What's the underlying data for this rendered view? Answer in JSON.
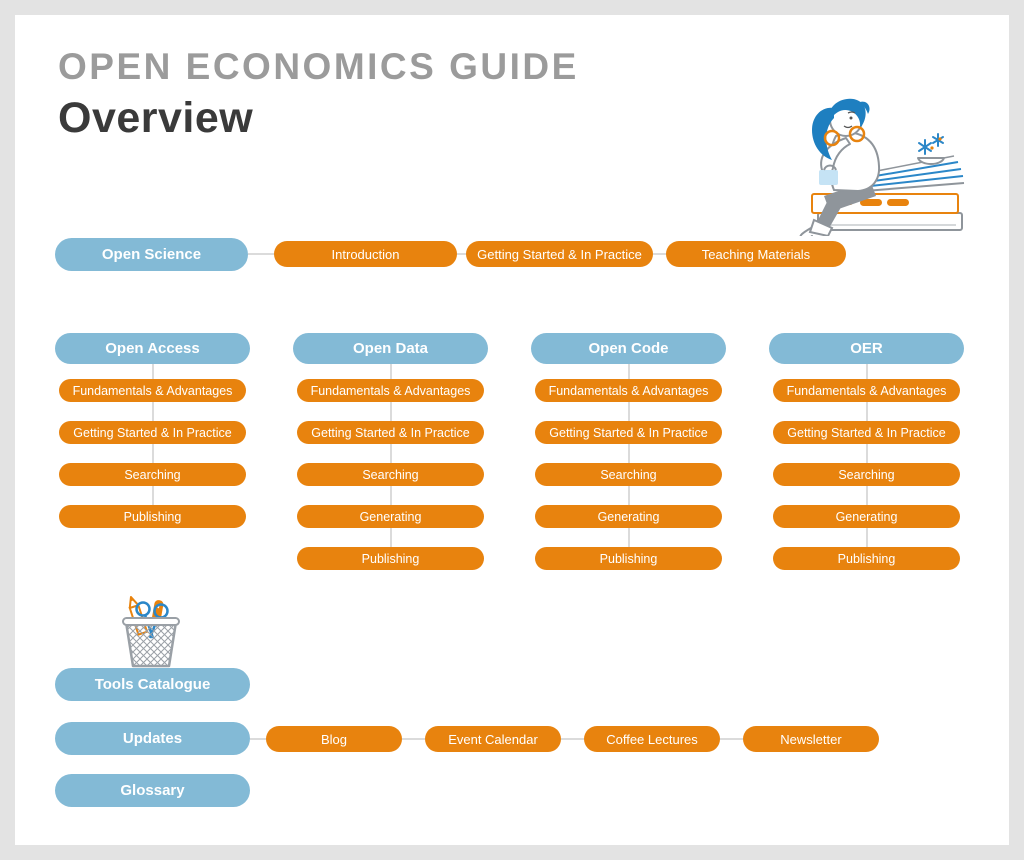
{
  "header": {
    "suptitle": "OPEN ECONOMICS GUIDE",
    "title": "Overview"
  },
  "colors": {
    "category_blue": "#83BAD6",
    "item_orange": "#E8830E",
    "connector_gray": "#DBDBDB",
    "suptitle_gray": "#9B9B9B",
    "title_dark": "#3A3A3A",
    "frame_gray": "#E3E3E3",
    "pill_text": "#FFFFFF",
    "illustration_blue": "#1E7FC0",
    "illustration_gray": "#8F959B"
  },
  "open_science": {
    "label": "Open Science",
    "items": [
      "Introduction",
      "Getting Started & In Practice",
      "Teaching Materials"
    ]
  },
  "columns": [
    {
      "label": "Open Access",
      "items": [
        "Fundamentals & Advantages",
        "Getting Started & In Practice",
        "Searching",
        "Publishing"
      ]
    },
    {
      "label": "Open Data",
      "items": [
        "Fundamentals & Advantages",
        "Getting Started & In Practice",
        "Searching",
        "Generating",
        "Publishing"
      ]
    },
    {
      "label": "Open Code",
      "items": [
        "Fundamentals & Advantages",
        "Getting Started & In Practice",
        "Searching",
        "Generating",
        "Publishing"
      ]
    },
    {
      "label": "OER",
      "items": [
        "Fundamentals & Advantages",
        "Getting Started & In Practice",
        "Searching",
        "Generating",
        "Publishing"
      ]
    }
  ],
  "tools_catalogue": {
    "label": "Tools Catalogue"
  },
  "updates": {
    "label": "Updates",
    "items": [
      "Blog",
      "Event Calendar",
      "Coffee Lectures",
      "Newsletter"
    ]
  },
  "glossary": {
    "label": "Glossary"
  },
  "illustrations": {
    "top_right": "woman-reading-on-book-stack",
    "tools": "wire-basket-with-stationery"
  }
}
